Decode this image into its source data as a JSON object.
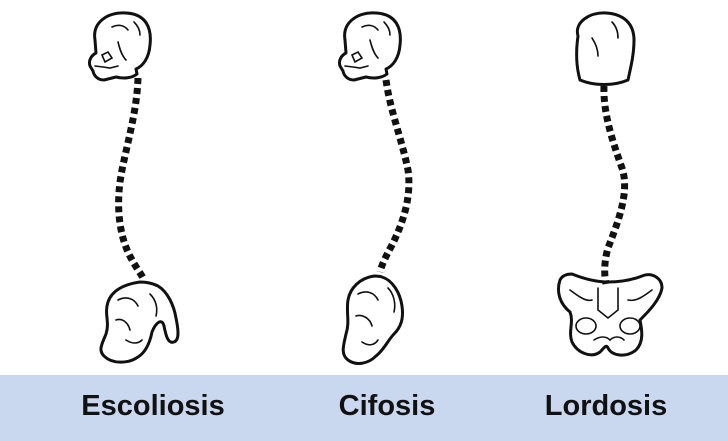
{
  "figure": {
    "labels": {
      "escoliosis": "Escoliosis",
      "cifosis": "Cifosis",
      "lordosis": "Lordosis"
    }
  },
  "colors": {
    "band": "#c9d7ef",
    "ink": "#111111"
  },
  "icons": [
    "skull-icon",
    "pelvis-icon",
    "spine-icon"
  ]
}
